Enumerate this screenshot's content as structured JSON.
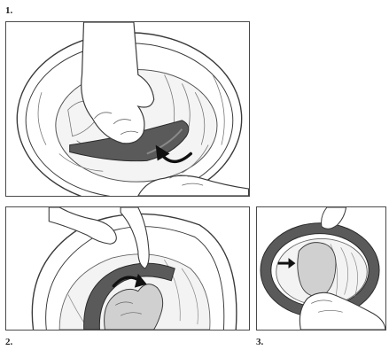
{
  "steps": [
    {
      "number": "1."
    },
    {
      "number": "2."
    },
    {
      "number": "3."
    }
  ],
  "colors": {
    "line": "#3a3a3a",
    "pad_dark": "#5a5a5a",
    "pad_mid": "#8a8a8a",
    "liner_light": "#d0d0d0",
    "arrow": "#111111"
  },
  "icons": [
    "helmet-shell-illustration",
    "hand-illustration",
    "cheek-pad-illustration",
    "curved-arrow-icon",
    "straight-arrow-icon"
  ]
}
